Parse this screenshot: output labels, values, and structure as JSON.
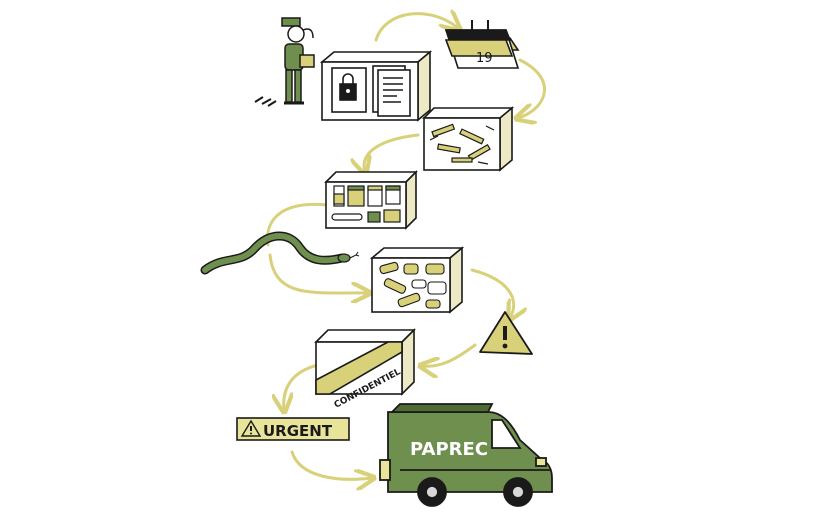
{
  "calendar": {
    "day": "19"
  },
  "boxes": {
    "confidential_label": "CONFIDENTIEL"
  },
  "urgent": {
    "label": "URGENT"
  },
  "van": {
    "brand": "PAPREC"
  },
  "colors": {
    "accent_yellow": "#d8d17a",
    "label_yellow": "#e8e59a",
    "green": "#6f8f4e",
    "dark_green": "#4f6b35",
    "ink": "#1a1a1a",
    "box_side": "#ece9c4"
  },
  "icons": [
    "lock-icon",
    "document-icon",
    "calendar-icon",
    "syringe-icon",
    "jar-icon",
    "bandage-icon",
    "snake-icon",
    "warning-icon",
    "van-icon",
    "worker-icon"
  ]
}
